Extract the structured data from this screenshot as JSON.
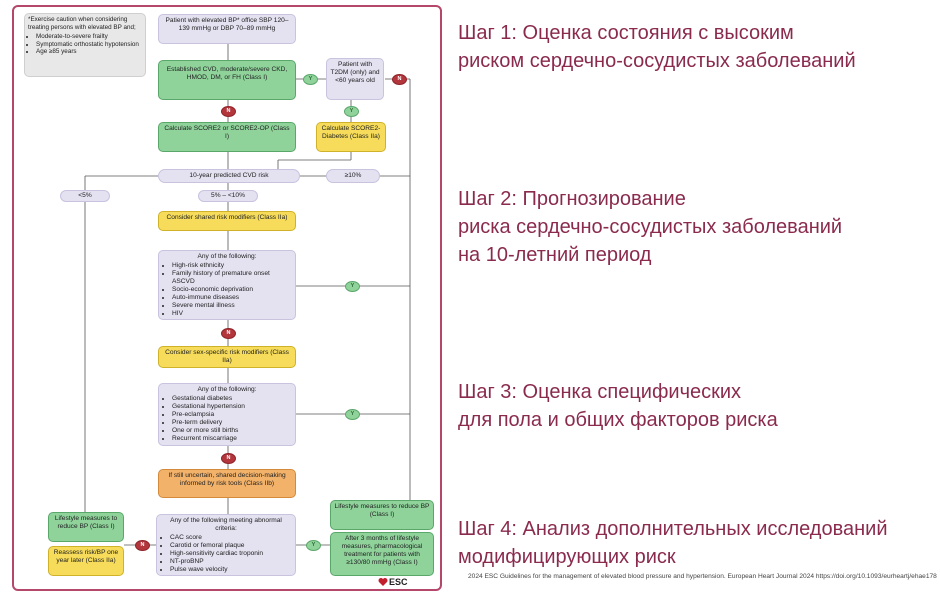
{
  "flowchart": {
    "caution_box": {
      "intro": "*Exercise caution when considering treating persons with elevated BP and;",
      "items": [
        "Moderate-to-severe frailty",
        "Symptomatic orthostatic hypotension",
        "Age ≥85 years"
      ]
    },
    "start_box": "Patient with elevated BP* office SBP 120–139 mmHg or DBP 70–89 mmHg",
    "established_box": "Established CVD, moderate/severe CKD, HMOD, DM, or FH (Class I)",
    "t2dm_box": "Patient with T2DM (only) and <60 years old",
    "score2_box": "Calculate SCORE2 or SCORE2-OP (Class I)",
    "score2_diabetes_box": "Calculate SCORE2- Diabetes (Class IIa)",
    "risk_box": "10-year predicted CVD risk",
    "risk_low": "<5%",
    "risk_mid": "5% – <10%",
    "risk_high": "≥10%",
    "shared_modifiers_box": "Consider shared risk modifiers (Class IIa)",
    "shared_list": {
      "header": "Any of the following:",
      "items": [
        "High-risk ethnicity",
        "Family history of premature onset ASCVD",
        "Socio-economic deprivation",
        "Auto-immune diseases",
        "Severe mental illness",
        "HIV"
      ]
    },
    "sex_modifiers_box": "Consider sex-specific risk modifiers (Class IIa)",
    "sex_list": {
      "header": "Any of the following:",
      "items": [
        "Gestational diabetes",
        "Gestational hypertension",
        "Pre-eclampsia",
        "Pre-term delivery",
        "One or more still births",
        "Recurrent miscarriage"
      ]
    },
    "uncertain_box": "If still uncertain, shared decision-making informed by risk tools (Class IIb)",
    "exam_list": {
      "header": "Any of the following meeting abnormal criteria:",
      "items": [
        "CAC score",
        "Carotid or femoral plaque",
        "High-sensitivity cardiac troponin",
        "NT-proBNP",
        "Pulse wave velocity"
      ]
    },
    "lifestyle_left_box": "Lifestyle measures to reduce BP (Class I)",
    "reassess_box": "Reassess risk/BP one year later (Class IIa)",
    "lifestyle_right_box": "Lifestyle measures to reduce BP (Class I)",
    "after3_box": "After 3 months of lifestyle measures, pharmacological treatment for patients with ≥130/80 mmHg (Class I)",
    "yes_label": "Y",
    "no_label": "N",
    "esc_label": "ESC"
  },
  "steps": [
    {
      "line1": "Шаг 1: Оценка состояния с высоким",
      "line2": "риском сердечно-сосудистых заболеваний",
      "line3": ""
    },
    {
      "line1": "Шаг 2: Прогнозирование",
      "line2": "риска сердечно-сосудистых заболеваний",
      "line3": "на 10-летний период"
    },
    {
      "line1": "Шаг 3: Оценка специфических",
      "line2": "для пола и общих факторов риска",
      "line3": ""
    },
    {
      "line1": "Шаг 4: Анализ дополнительных исследований",
      "line2": "модифицирующих риск",
      "line3": ""
    }
  ],
  "citation": "2024 ESC Guidelines for the management of elevated blood pressure and hypertension. European Heart Journal 2024  https://doi.org/10.1093/eurheartj/ehae178",
  "colors": {
    "frame": "#b5476a",
    "step_text": "#8a2b4e",
    "lavender": "#e4e1f0",
    "green": "#8fd39b",
    "yellow": "#f6dc5a",
    "orange": "#f3b26a",
    "no_red": "#b3363d"
  }
}
